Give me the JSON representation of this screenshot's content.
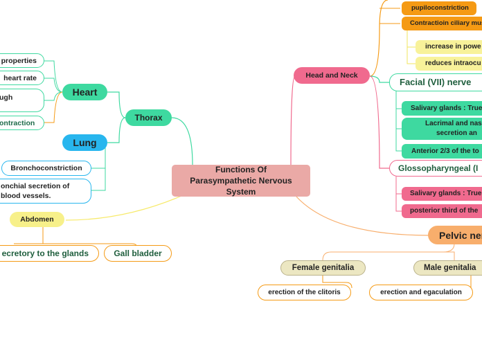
{
  "center": {
    "label": "Functions Of Parasympathetic Nervous System"
  },
  "thorax": {
    "label": "Thorax",
    "heart": {
      "label": "Heart",
      "items": [
        "properties",
        "heart rate",
        "ugh",
        "ontraction"
      ]
    },
    "lung": {
      "label": "Lung",
      "items": [
        "Bronchoconstriction",
        "onchial secretion of",
        "blood vessels."
      ]
    }
  },
  "abdomen": {
    "label": "Abdomen",
    "items": [
      "ecretory to the glands",
      "Gall bladder"
    ]
  },
  "head_neck": {
    "label": "Head and Neck",
    "oculomotor_items": [
      "pupiloconstriction",
      "Contractioin ciliary mus"
    ],
    "ciliary_sub_items": [
      "increase in powe",
      "reduces intraocu"
    ],
    "facial": {
      "label": "Facial (VII) nerve",
      "items": [
        "Salivary glands : True",
        "Lacrimal and nas",
        "secretion an",
        "Anterior 2/3 of the to"
      ]
    },
    "glossopharyngeal": {
      "label": "Glossopharyngeal (I",
      "items": [
        "Salivary glands : True",
        "posterior third of the"
      ]
    }
  },
  "pelvic": {
    "label": "Pelvic ner",
    "female": {
      "label": "Female genitalia",
      "item": "erection of the clitoris"
    },
    "male": {
      "label": "Male genitalia",
      "item": "erection and egaculation"
    }
  },
  "colors": {
    "center": "#eaa9a6",
    "thorax": "#3ed9a0",
    "heart": "#3ed9a0",
    "lung": "#28b6ee",
    "abdomen": "#f7f08a",
    "head_neck": "#f06a8e",
    "orange": "#f59a14",
    "light_yellow": "#f8f29a",
    "facial_green": "#3ed9a0",
    "pink": "#f06a8e",
    "pelvic": "#f8ae6c",
    "genitalia": "#ece7c2"
  }
}
